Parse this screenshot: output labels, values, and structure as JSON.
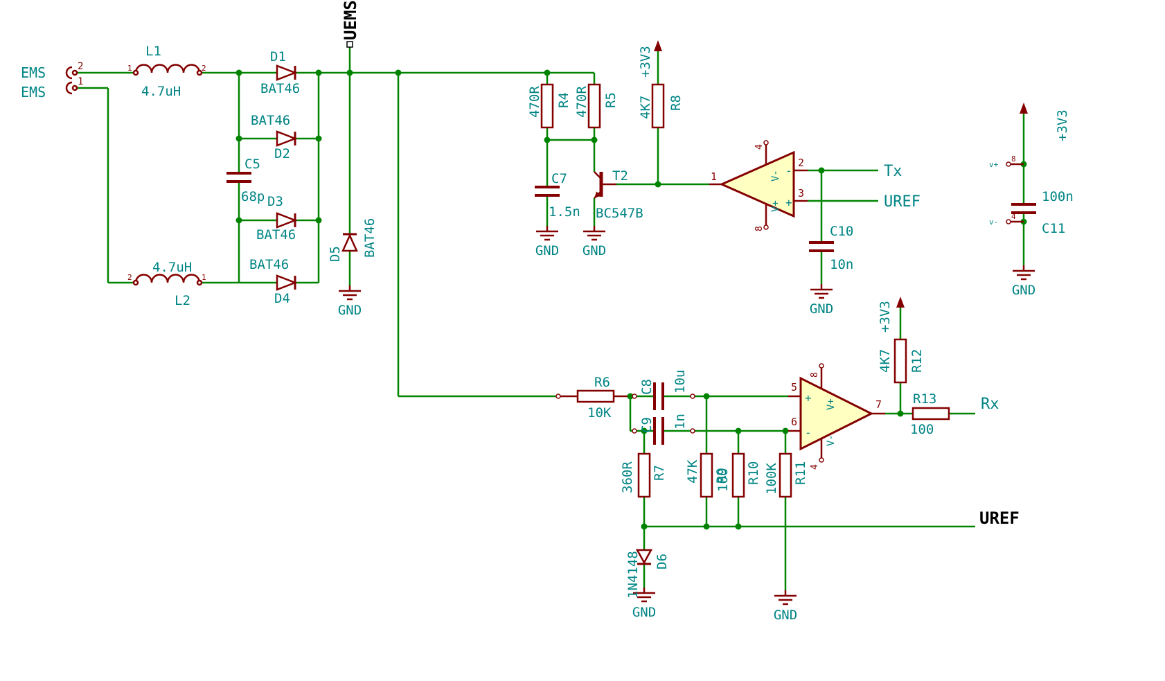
{
  "schematic": {
    "connector": {
      "label": "EMS",
      "pin_top": "2",
      "pin_bottom": "1"
    },
    "L1": {
      "ref": "L1",
      "value": "4.7uH",
      "pin_left": "1",
      "pin_right": "2"
    },
    "L2": {
      "ref": "L2",
      "value": "4.7uH",
      "pin_left": "2",
      "pin_right": "1"
    },
    "D1": {
      "ref": "D1",
      "value": "BAT46"
    },
    "D2": {
      "ref": "D2",
      "value": "BAT46"
    },
    "D3": {
      "ref": "D3",
      "value": "BAT46"
    },
    "D4": {
      "ref": "D4",
      "value": "BAT46"
    },
    "D5": {
      "ref": "D5",
      "value": "BAT46"
    },
    "D6": {
      "ref": "D6",
      "value": "1N4148"
    },
    "C5": {
      "ref": "C5",
      "value": "68p"
    },
    "C7": {
      "ref": "C7",
      "value": "1.5n"
    },
    "C8": {
      "ref": "C8",
      "value": "10u"
    },
    "C9": {
      "ref": "C9",
      "value": "1n"
    },
    "C10": {
      "ref": "C10",
      "value": "10n"
    },
    "C11": {
      "ref": "C11",
      "value": "100n"
    },
    "R4": {
      "ref": "R4",
      "value": "470R"
    },
    "R5": {
      "ref": "R5",
      "value": "470R"
    },
    "R6": {
      "ref": "R6",
      "value": "10K"
    },
    "R7": {
      "ref": "R7",
      "value": "360R"
    },
    "R8": {
      "ref": "R8",
      "value": "4K7"
    },
    "R9": {
      "ref": "R9",
      "value": "47K"
    },
    "R10": {
      "ref": "R10",
      "value": "100"
    },
    "R11": {
      "ref": "R11",
      "value": "100K"
    },
    "R12": {
      "ref": "R12",
      "value": "4K7"
    },
    "R13": {
      "ref": "R13",
      "value": "100"
    },
    "T2": {
      "ref": "T2",
      "value": "BC547B"
    },
    "opamp1": {
      "pin_out": "1",
      "pin_top": "2",
      "pin_bottom": "3",
      "pin_pwr_top": "4",
      "pin_pwr_bottom": "8",
      "vminus": "V-",
      "vplus": "V+",
      "minus": "-",
      "plus": "+"
    },
    "opamp2": {
      "pin_plus": "5",
      "pin_minus": "6",
      "pin_out": "7",
      "pin_pwr_top": "8",
      "pin_pwr_bottom": "4",
      "vplus": "V+",
      "vminus": "V-",
      "plus": "+",
      "minus": "-"
    },
    "opamp_pwr": {
      "pin_top": "8",
      "name_top": "v+",
      "pin_bottom": "4",
      "name_bottom": "v-"
    },
    "labels": {
      "uems": "UEMS",
      "uref_black": "UREF",
      "tx": "Tx",
      "uref": "UREF",
      "rx": "Rx"
    },
    "power": {
      "v33": "+3V3",
      "gnd": "GND"
    },
    "colors": {
      "wire": "#008400",
      "part": "#840000",
      "text": "#008484",
      "fill": "#FFFFC2"
    }
  }
}
